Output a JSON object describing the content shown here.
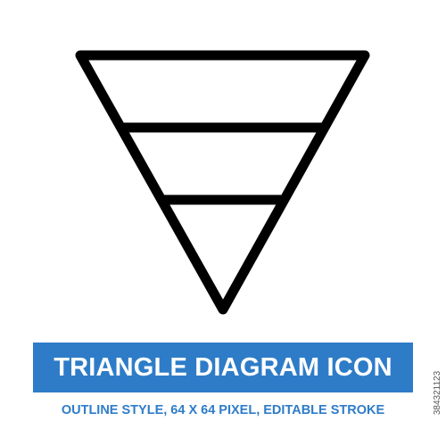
{
  "icon": {
    "name": "inverted-triangle-diagram-icon",
    "layers": 3,
    "stroke_color": "#000000"
  },
  "banner": {
    "title": "TRIANGLE DIAGRAM ICON",
    "background_color": "#2e7cc8",
    "text_color": "#ffffff"
  },
  "subtitle": {
    "text": "OUTLINE STYLE, 64 X 64 PIXEL, EDITABLE STROKE",
    "color": "#2e7cc8"
  },
  "stock_id": "384321123"
}
